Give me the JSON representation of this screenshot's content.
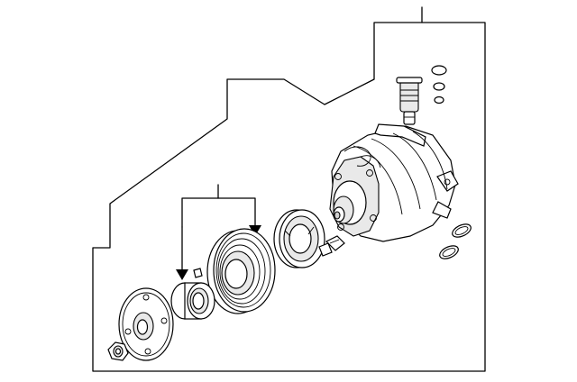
{
  "diagram": {
    "kind": "exploded-parts-view",
    "colors": {
      "line": "#000000",
      "background": "#ffffff",
      "shade": "#e9e9e9"
    },
    "components": [
      "compressor-assembly",
      "pressure-relief-valve",
      "valve-o-rings",
      "port-o-rings",
      "clutch-coil",
      "clutch-pulley",
      "pulley-bearing",
      "snap-ring",
      "clutch-hub-plate",
      "hub-nut"
    ]
  }
}
